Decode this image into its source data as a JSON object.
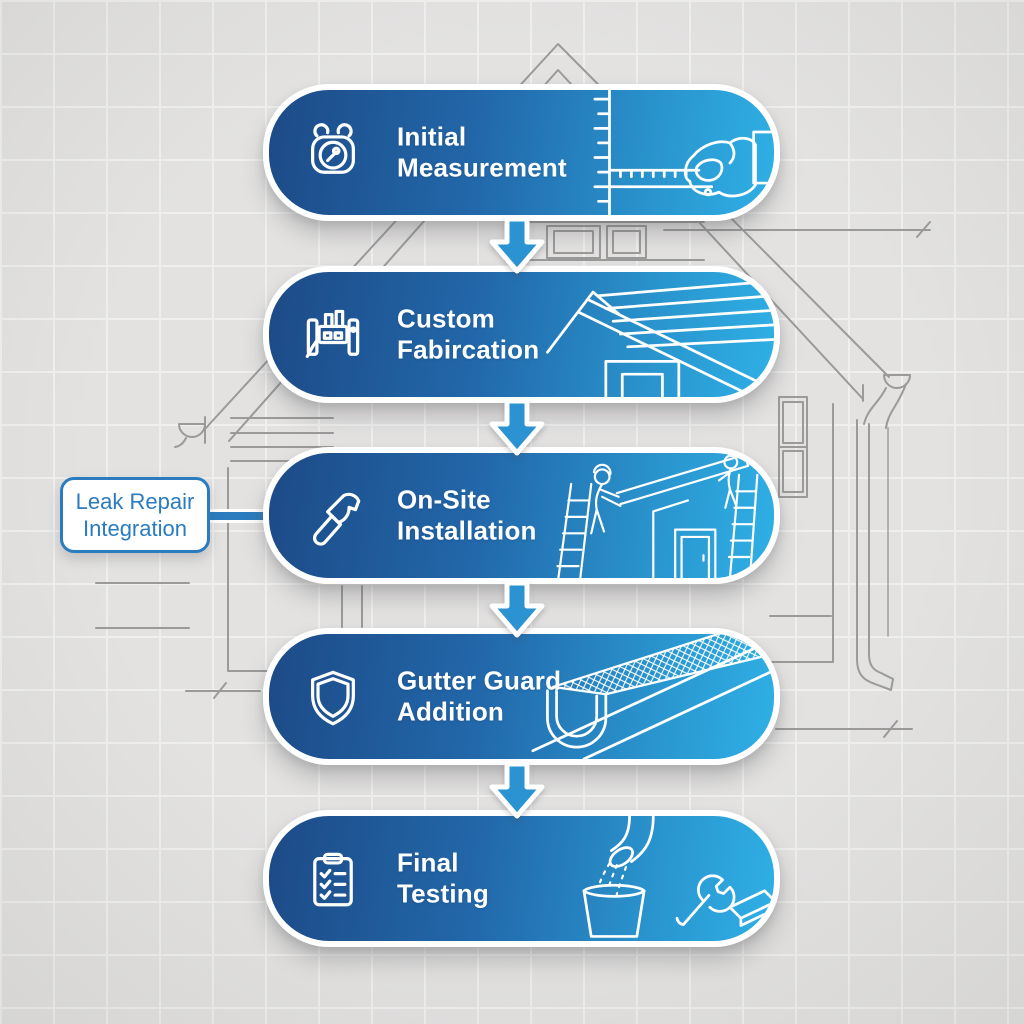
{
  "infographic": {
    "steps": [
      {
        "order": 1,
        "title": "Initial\nMeasurement",
        "icon": "measuring-tape-icon",
        "illustration": "hand-measuring-with-ruler"
      },
      {
        "order": 2,
        "title": "Custom\nFabircation",
        "icon": "fabrication-machine-icon",
        "illustration": "roof-and-gutter-section"
      },
      {
        "order": 3,
        "title": "On-Site\nInstallation",
        "icon": "hammer-icon",
        "illustration": "workers-on-ladders-installing-gutter"
      },
      {
        "order": 4,
        "title": "Gutter Guard\nAddition",
        "icon": "shield-icon",
        "illustration": "gutter-with-mesh-guard"
      },
      {
        "order": 5,
        "title": "Final\nTesting",
        "icon": "checklist-clipboard-icon",
        "illustration": "water-pour-into-bucket-with-tools"
      }
    ],
    "callout": {
      "label": "Leak Repair\nIntegration",
      "attached_to_step": "On-Site Installation"
    },
    "flow_arrows": {
      "count": 4,
      "direction": "down"
    },
    "background_drawing": "house-blueprint-with-downspout-on-grid"
  },
  "colors": {
    "page_bg": "#e3e2e1",
    "grid_line": "#efefee",
    "blueprint_line": "#9a9a9a",
    "box_grad_start": "#1d4a87",
    "box_grad_mid": "#2a97d0",
    "box_grad_end": "#2fb0e6",
    "box_border_white": "#ffffff",
    "arrow_blue": "#2b93d2",
    "callout_blue": "#2a7cbf",
    "line_art_white": "#ffffff",
    "title_white": "#ffffff"
  }
}
